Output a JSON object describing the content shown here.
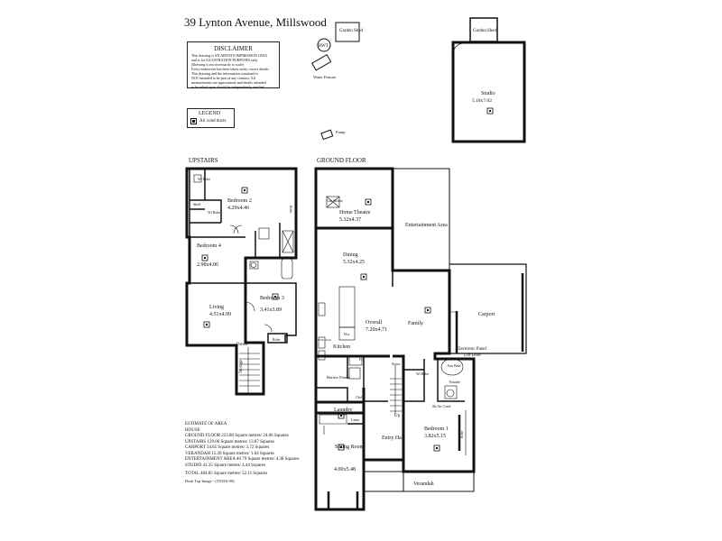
{
  "title": "39 Lynton Avenue, Millswood",
  "disclaimer": {
    "heading": "DISCLAIMER",
    "lines": [
      "This drawing is AN ARTISTS IMPRESSION ONLY",
      "and is for ILLUSTRATION PURPOSES only",
      "(Drawing is not necessarily to scale)",
      "Every endeavour has been taken verify correct details",
      "This drawing and the information contained is",
      "NOT intended to be part of any contract. All",
      "measurements are approximate and details intended",
      "to be relied upon should be independently verified."
    ]
  },
  "legend": {
    "heading": "LEGEND",
    "item": "Air cond ducts"
  },
  "sections": {
    "upstairs": "UPSTAIRS",
    "ground": "GROUND FLOOR"
  },
  "outdoor": {
    "garden_shed_1": "Garden Shed",
    "garden_shed_2": "Garden Shed",
    "rwt": "RWT",
    "water_feature": "Water Feature",
    "pump": "Pump",
    "studio": "Studio",
    "studio_dim": "5.18x7.02"
  },
  "upstairs": {
    "wi_robe_1": "Wi Robe",
    "bedroom2": "Bedroom 2",
    "bedroom2_dim": "4.29x4.46",
    "robe_1": "Robe",
    "shelf": "Shelf",
    "wi_robe_2": "Wi Robe",
    "bedroom4": "Bedroom 4",
    "bedroom4_dim": "2.98x4.06",
    "living": "Living",
    "living_dim": "4.51x4.99",
    "bedroom3": "Bedroom 3",
    "bedroom3_dim": "3.41x3.89",
    "robe_2": "Robe",
    "down": "Down",
    "storage": "Storage"
  },
  "ground": {
    "gas_heater": "Gas Heater",
    "home_theatre": "Home Theatre",
    "home_theatre_dim": "5.32x4.37",
    "entertainment": "Entertainment Area",
    "dining": "Dining",
    "dining_dim": "5.32x4.25",
    "overall": "Overall",
    "overall_dim": "7.20x4.71",
    "family": "Family",
    "carport": "Carport",
    "dw": "Dw",
    "kitchen": "Kitchen",
    "wall_oven": "Wall Oven",
    "electronic_panel": "Electronic Panel",
    "lift_door": "Lift Door",
    "butlers_pantry": "Butlers Pantry",
    "fr": "Fr",
    "store": "Store",
    "wi_robe": "Wi Robe",
    "ens_bath": "Ens Bath",
    "ensuite": "Ensuite",
    "sh_air_cond": "Sh/Air Cond",
    "cbd": "Cbd",
    "laundry": "Laundry",
    "linen": "Linen",
    "up": "Up",
    "entry_hall": "Entry Hall",
    "bedroom1": "Bedroom 1",
    "bedroom1_dim": "3.82x5.15",
    "robe": "Robe",
    "sitting": "Sitting Room",
    "sitting_dim": "4.00x5.48",
    "verandah": "Verandah"
  },
  "area_estimate": {
    "lines": [
      "ESTIMATE OF AREA",
      "HOUSE",
      "GROUND FLOOR 223.80 Square metres/ 24.06 Squares",
      "UPSTAIRS 129.06 Square metres/ 13.87 Squares",
      "CARPORT 34.65 Square metres/ 3.72 Squares",
      "VERANDAH 15.20 Square metres/ 1.64 Squares",
      "ENTERTAINMENT AREA 40.79 Square metres/ 4.38 Squares",
      "STUDIO 41.35 Square metres/ 4.44 Squares"
    ],
    "total": "TOTAL 484.85 Square metres/ 52.11 Squares"
  },
  "footer_note": "Desk Top Image - (Y0316-90)",
  "colors": {
    "ink": "#111111",
    "paper": "#ffffff"
  }
}
